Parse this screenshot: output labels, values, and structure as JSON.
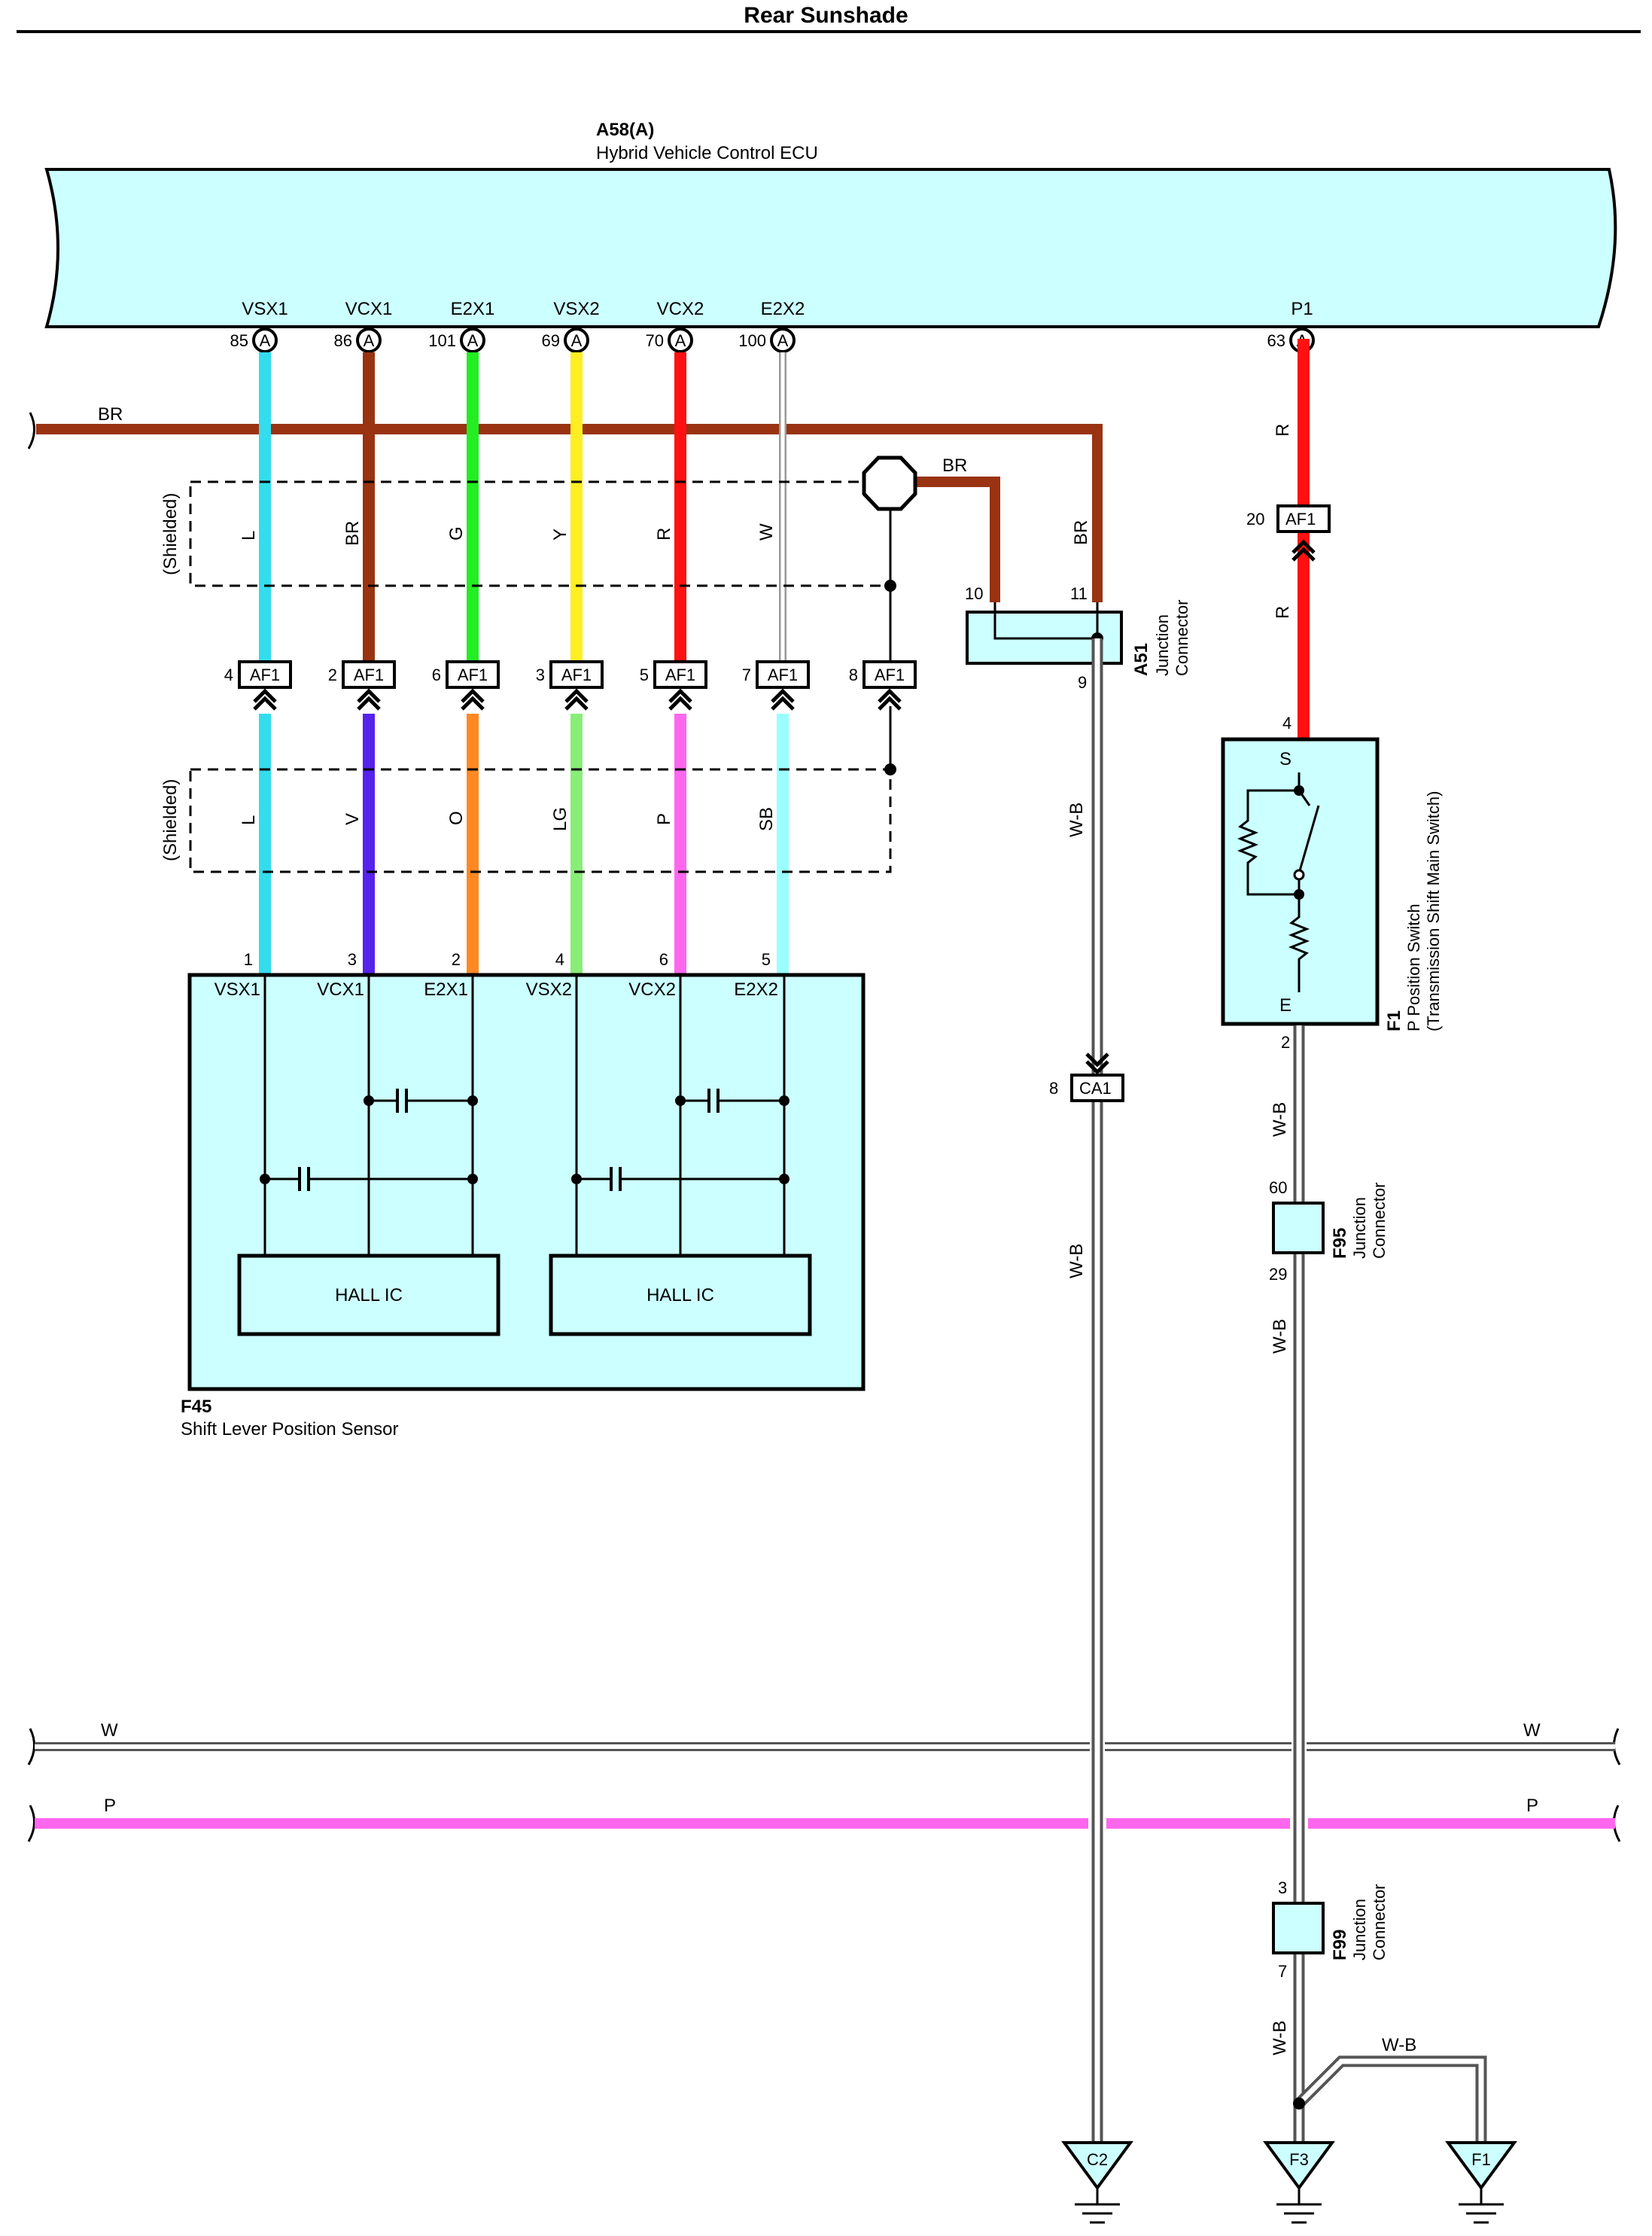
{
  "title": "Rear Sunshade",
  "ecu": {
    "code": "A58(A)",
    "name": "Hybrid Vehicle Control ECU",
    "pins": [
      {
        "name": "VSX1",
        "num": "85",
        "conn": "A"
      },
      {
        "name": "VCX1",
        "num": "86",
        "conn": "A"
      },
      {
        "name": "E2X1",
        "num": "101",
        "conn": "A"
      },
      {
        "name": "VSX2",
        "num": "69",
        "conn": "A"
      },
      {
        "name": "VCX2",
        "num": "70",
        "conn": "A"
      },
      {
        "name": "E2X2",
        "num": "100",
        "conn": "A"
      },
      {
        "name": "P1",
        "num": "63",
        "conn": "A"
      }
    ]
  },
  "colors": {
    "ecu_fill": "#ccffff",
    "L": "#33ddee",
    "BR": "#993311",
    "G": "#22ee22",
    "Y": "#ffee22",
    "R": "#ff1111",
    "W": "#ffffff",
    "V": "#5522ee",
    "O": "#ff8822",
    "LG": "#88ee77",
    "P": "#ff66ee",
    "SB": "#99ffff",
    "WB": "#555555"
  },
  "upper_wires": [
    "L",
    "BR",
    "G",
    "Y",
    "R",
    "W"
  ],
  "lower_wires": [
    "L",
    "V",
    "O",
    "LG",
    "P",
    "SB"
  ],
  "shield_label": "(Shielded)",
  "af1_connectors": [
    {
      "pin": "4",
      "label": "AF1"
    },
    {
      "pin": "2",
      "label": "AF1"
    },
    {
      "pin": "6",
      "label": "AF1"
    },
    {
      "pin": "3",
      "label": "AF1"
    },
    {
      "pin": "5",
      "label": "AF1"
    },
    {
      "pin": "7",
      "label": "AF1"
    },
    {
      "pin": "8",
      "label": "AF1"
    }
  ],
  "bus_br": {
    "label": "BR"
  },
  "br_branch_label": "BR",
  "br_vertical_label": "BR",
  "a51": {
    "code": "A51",
    "name1": "Junction",
    "name2": "Connector",
    "pin_in1": "10",
    "pin_in2": "11",
    "pin_out": "9"
  },
  "wb_label": "W-B",
  "ca1": {
    "pin": "8",
    "label": "CA1"
  },
  "sensor": {
    "code": "F45",
    "name": "Shift Lever Position Sensor",
    "pin_nums": [
      "1",
      "3",
      "2",
      "4",
      "6",
      "5"
    ],
    "pin_names": [
      "VSX1",
      "VCX1",
      "E2X1",
      "VSX2",
      "VCX2",
      "E2X2"
    ],
    "ic_label": "HALL IC"
  },
  "p1_wire_label": "R",
  "af1_p": {
    "pin": "20",
    "label": "AF1"
  },
  "f1": {
    "code": "F1",
    "name1": "P Position Switch",
    "name2": "(Transmission Shift Main Switch)",
    "pin_s": "S",
    "pin_e": "E",
    "pin_top": "4",
    "pin_bottom": "2"
  },
  "f95": {
    "code": "F95",
    "name1": "Junction",
    "name2": "Connector",
    "pin_top": "60",
    "pin_bottom": "29"
  },
  "f99": {
    "code": "F99",
    "name1": "Junction",
    "name2": "Connector",
    "pin_top": "3",
    "pin_bottom": "7"
  },
  "bus_w": {
    "label": "W"
  },
  "bus_p": {
    "label": "P"
  },
  "grounds": [
    {
      "label": "C2"
    },
    {
      "label": "F3"
    },
    {
      "label": "F1"
    }
  ]
}
